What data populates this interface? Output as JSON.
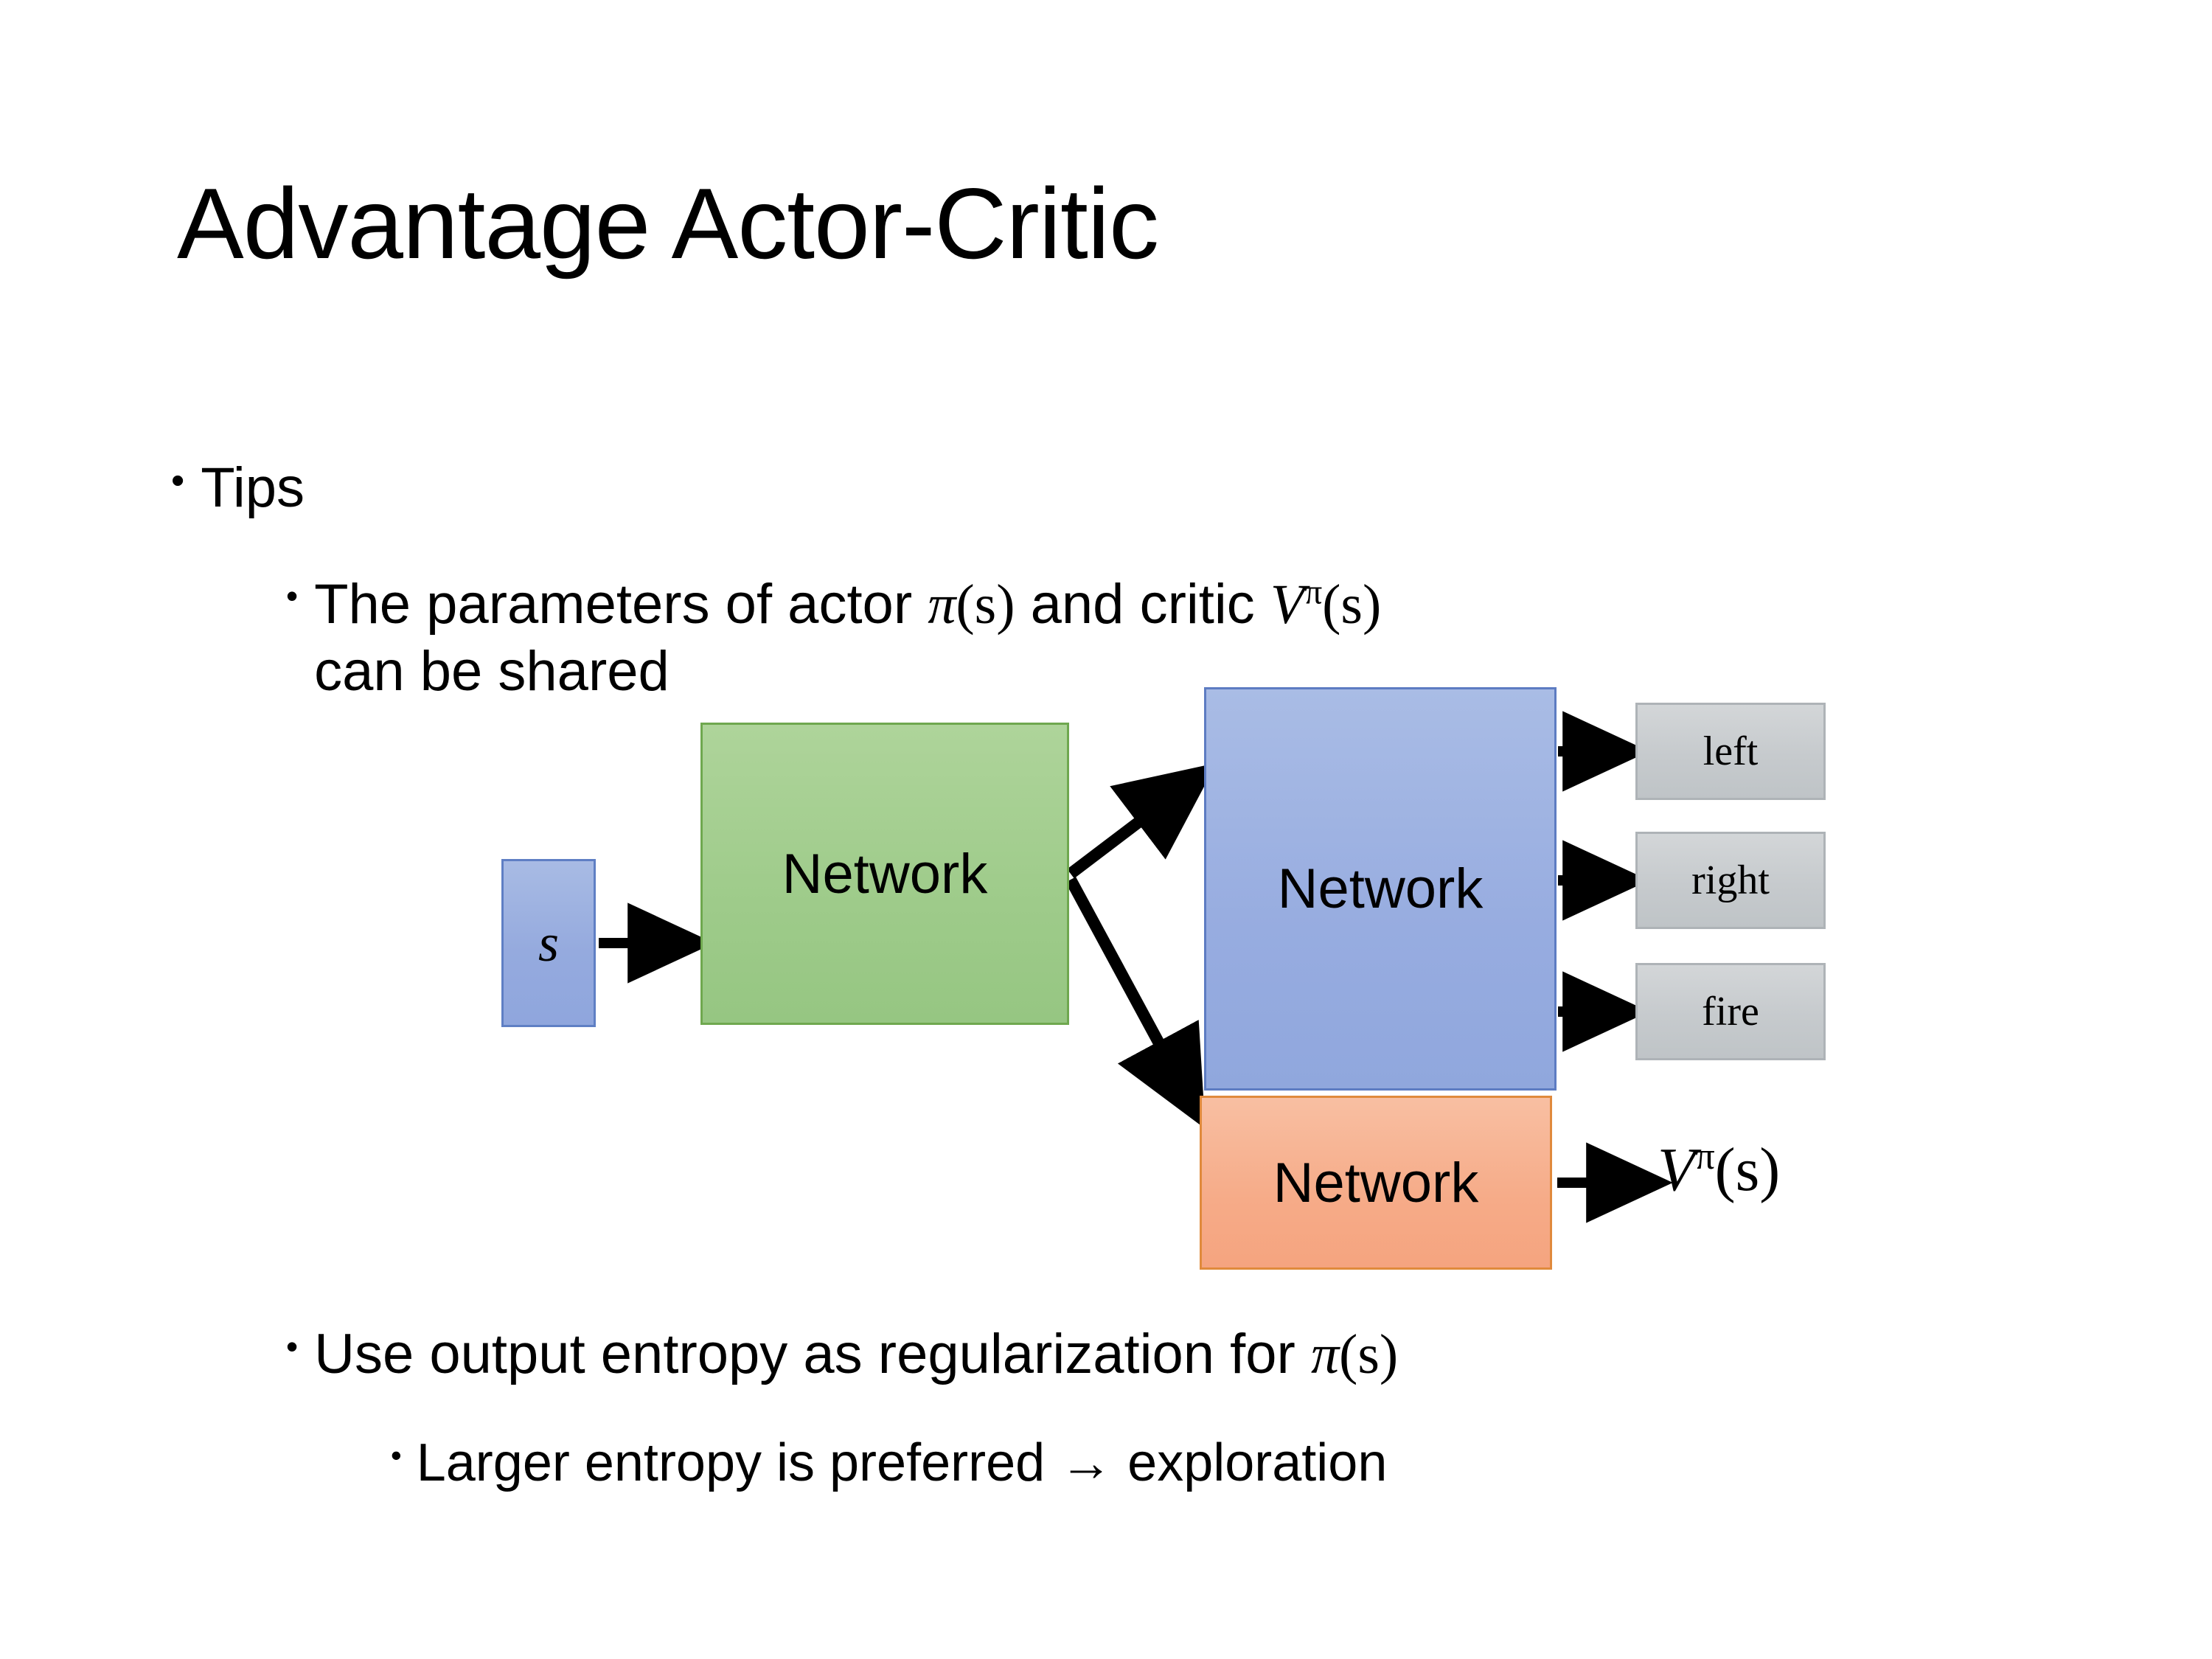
{
  "slide": {
    "title": "Advantage Actor-Critic",
    "background": "#ffffff"
  },
  "bullets": {
    "tips": {
      "marker": "•",
      "text": "Tips"
    },
    "parameters": {
      "marker": "•",
      "text_before_pi": "The parameters of actor ",
      "pi_symbol": "π",
      "pi_arg": "(s)",
      "text_middle": "  and critic ",
      "v_symbol": "V",
      "v_superscript": "π",
      "v_arg": "(s)",
      "text_line2": "can be shared"
    },
    "entropy": {
      "marker": "•",
      "text_before_pi": "Use output entropy as regularization for ",
      "pi_symbol": "π",
      "pi_arg": "(s)"
    },
    "larger": {
      "marker": "•",
      "text": "Larger entropy is preferred → exploration"
    }
  },
  "diagram": {
    "state_box": {
      "label": "s",
      "fill": "#95aade",
      "stroke": "#5f7fc4"
    },
    "shared_network": {
      "label": "Network",
      "fill": "#9ecb8a",
      "stroke": "#6fa84f"
    },
    "actor_network": {
      "label": "Network",
      "fill": "#97ace0",
      "stroke": "#5d7cc2"
    },
    "critic_network": {
      "label": "Network",
      "fill": "#f6ab88",
      "stroke": "#e08a3c"
    },
    "actions": [
      {
        "label": "left",
        "fill": "#c6cacd",
        "stroke": "#aeb3b7"
      },
      {
        "label": "right",
        "fill": "#c6cacd",
        "stroke": "#aeb3b7"
      },
      {
        "label": "fire",
        "fill": "#c6cacd",
        "stroke": "#aeb3b7"
      }
    ],
    "value_output": {
      "symbol": "V",
      "superscript": "π",
      "arg": "(s)"
    },
    "arrow_color": "#000000"
  }
}
